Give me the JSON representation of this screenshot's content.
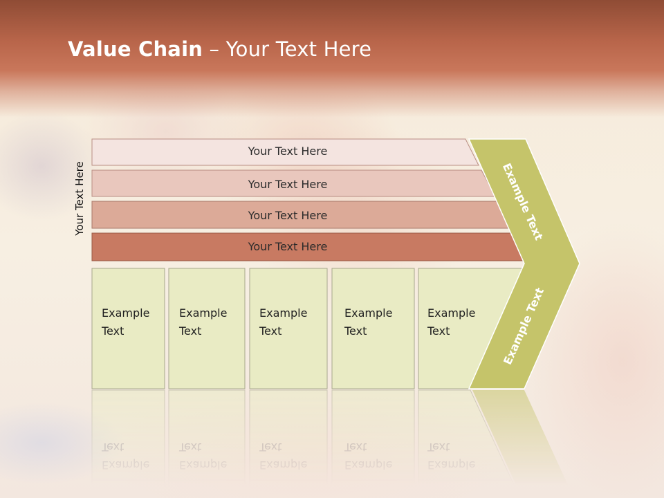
{
  "title": {
    "strong": "Value Chain",
    "rest": " – Your Text Here"
  },
  "side_label": "Your Text Here",
  "bars": [
    {
      "label": "Your Text Here",
      "color": "#f4e4e0"
    },
    {
      "label": "Your Text Here",
      "color": "#e9c7bd"
    },
    {
      "label": "Your Text Here",
      "color": "#dcaa98"
    },
    {
      "label": "Your Text Here",
      "color": "#c87a62"
    }
  ],
  "boxes": [
    {
      "line1": "Example",
      "line2": "Text"
    },
    {
      "line1": "Example",
      "line2": "Text"
    },
    {
      "line1": "Example",
      "line2": "Text"
    },
    {
      "line1": "Example",
      "line2": "Text"
    },
    {
      "line1": "Example",
      "line2": "Text"
    }
  ],
  "chevron": {
    "upper_label": "Example Text",
    "lower_label": "Example Text",
    "color": "#c5c46a"
  },
  "colors": {
    "header": "#b8654a",
    "box_fill": "#e9ebc4",
    "box_border": "#a7a78d"
  }
}
